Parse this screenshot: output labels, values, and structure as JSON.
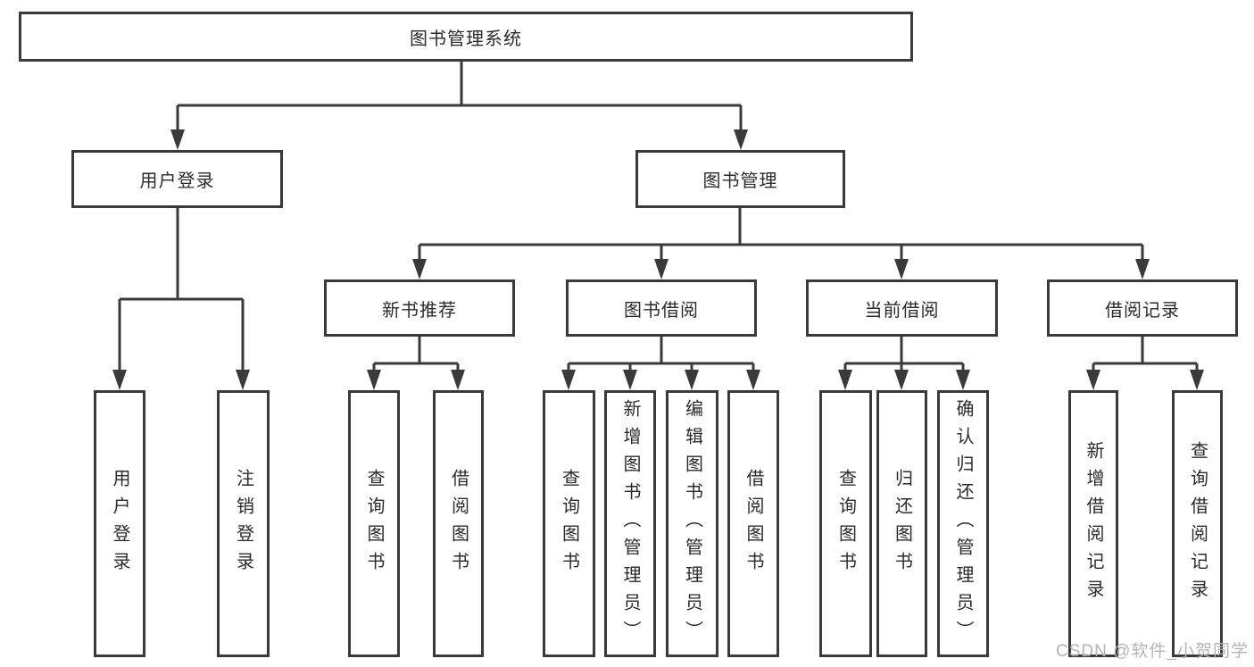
{
  "colors": {
    "line": "#3a3a3a",
    "box_border": "#3a3a3a",
    "text": "#2b2b2b",
    "background": "#ffffff",
    "watermark": "#b5b5b5"
  },
  "watermark": {
    "text": "CSDN @软件_小贺同学"
  },
  "diagram": {
    "root": {
      "label": "图书管理系统"
    },
    "level2": [
      {
        "label": "用户登录"
      },
      {
        "label": "图书管理"
      }
    ],
    "level3": [
      {
        "label": "新书推荐",
        "parent": "图书管理"
      },
      {
        "label": "图书借阅",
        "parent": "图书管理"
      },
      {
        "label": "当前借阅",
        "parent": "图书管理"
      },
      {
        "label": "借阅记录",
        "parent": "图书管理"
      }
    ],
    "leaves": [
      {
        "label": "用户登录",
        "parent": "用户登录"
      },
      {
        "label": "注销登录",
        "parent": "用户登录"
      },
      {
        "label": "查询图书",
        "parent": "新书推荐"
      },
      {
        "label": "借阅图书",
        "parent": "新书推荐"
      },
      {
        "label": "查询图书",
        "parent": "图书借阅"
      },
      {
        "label": "新增图书（管理员）",
        "parent": "图书借阅"
      },
      {
        "label": "编辑图书（管理员）",
        "parent": "图书借阅"
      },
      {
        "label": "借阅图书",
        "parent": "图书借阅"
      },
      {
        "label": "查询图书",
        "parent": "当前借阅"
      },
      {
        "label": "归还图书",
        "parent": "当前借阅"
      },
      {
        "label": "确认归还（管理员）",
        "parent": "当前借阅"
      },
      {
        "label": "新增借阅记录",
        "parent": "借阅记录"
      },
      {
        "label": "查询借阅记录",
        "parent": "借阅记录"
      }
    ]
  }
}
